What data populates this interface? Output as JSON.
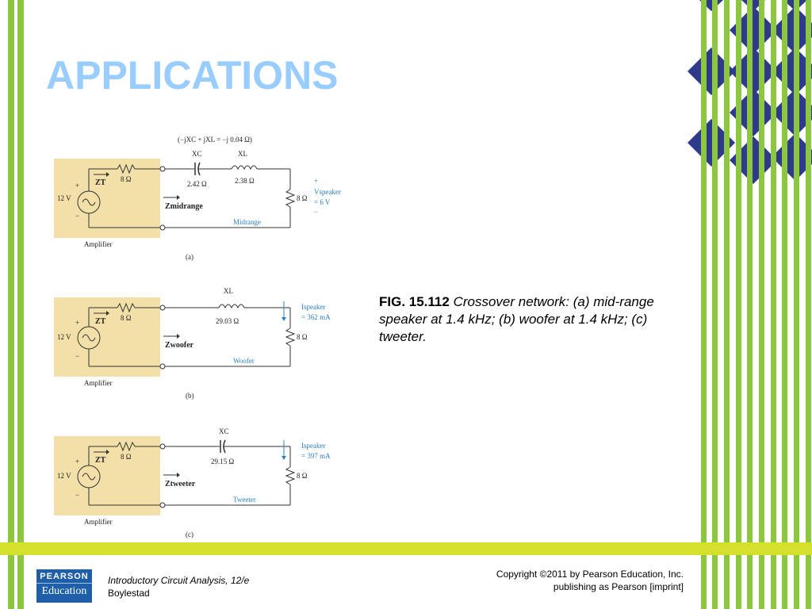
{
  "slide": {
    "title": "APPLICATIONS",
    "accent_green": "#8dc63f",
    "accent_yellow": "#d4e02c",
    "title_color": "#99ccff",
    "diamond_color": "#2e3a8c"
  },
  "caption": {
    "label": "FIG. 15.112",
    "text": "Crossover network: (a) mid-range speaker at 1.4 kHz; (b) woofer at 1.4 kHz; (c) tweeter."
  },
  "circuits": {
    "a": {
      "header": "(−jXC + jXL = −j 0.04 Ω)",
      "zt": "ZT",
      "r_source": "8 Ω",
      "source": "12 V",
      "z_label": "Zmidrange",
      "xc_label": "XC",
      "xc_value": "2.42 Ω",
      "xl_label": "XL",
      "xl_value": "2.38 Ω",
      "load": "8 Ω",
      "meas_label": "Vspeaker",
      "meas_value": "= 6 V",
      "speaker": "Midrange",
      "amp": "Amplifier",
      "tag": "(a)"
    },
    "b": {
      "zt": "ZT",
      "r_source": "8 Ω",
      "source": "12 V",
      "z_label": "Zwoofer",
      "xl_label": "XL",
      "xl_value": "29.03 Ω",
      "load": "8 Ω",
      "meas_label": "Ispeaker",
      "meas_value": "= 362 mA",
      "speaker": "Woofer",
      "amp": "Amplifier",
      "tag": "(b)"
    },
    "c": {
      "zt": "ZT",
      "r_source": "8 Ω",
      "source": "12 V",
      "z_label": "Ztweeter",
      "xc_label": "XC",
      "xc_value": "29.15 Ω",
      "load": "8 Ω",
      "meas_label": "Ispeaker",
      "meas_value": "= 397 mA",
      "speaker": "Tweeter",
      "amp": "Amplifier",
      "tag": "(c)"
    },
    "polarity_plus": "+",
    "polarity_minus": "−"
  },
  "footer": {
    "logo_top": "PEARSON",
    "logo_bottom": "Education",
    "book_title": "Introductory Circuit Analysis, 12/e",
    "author": "Boylestad",
    "copyright_line1": "Copyright ©2011 by Pearson Education, Inc.",
    "copyright_line2": "publishing as Pearson [imprint]"
  }
}
